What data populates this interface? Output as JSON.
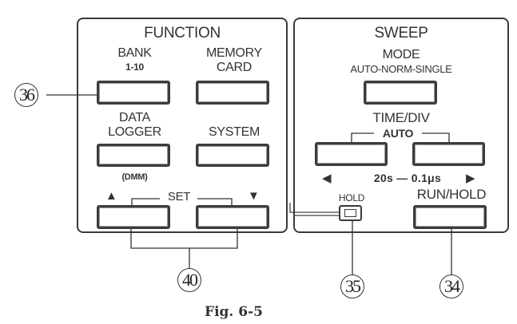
{
  "figure": {
    "caption": "Fig. 6-5"
  },
  "function_panel": {
    "title": "FUNCTION",
    "keys": {
      "bank": {
        "label_line1": "BANK",
        "label_line2": "1-10"
      },
      "memory_card": {
        "label_line1": "MEMORY",
        "label_line2": "CARD"
      },
      "data_logger": {
        "label_line1": "DATA",
        "label_line2": "LOGGER",
        "sub_label": "(DMM)"
      },
      "system": {
        "label": "SYSTEM"
      },
      "set_up": {
        "arrow": "▲"
      },
      "set_down": {
        "arrow": "▼"
      }
    },
    "set_group_label": "SET"
  },
  "sweep_panel": {
    "title": "SWEEP",
    "mode": {
      "label": "MODE",
      "sub_label": "AUTO-NORM-SINGLE"
    },
    "time_div": {
      "label": "TIME/DIV",
      "group_label": "AUTO",
      "range_left_arrow": "◀",
      "range_text": "20s — 0.1μs",
      "range_right_arrow": "▶"
    },
    "hold_indicator_label": "HOLD",
    "run_hold": {
      "label": "RUN/HOLD"
    }
  },
  "callouts": [
    {
      "number": "36",
      "target": "BANK 1-10 key"
    },
    {
      "number": "40",
      "target": "SET ▲ / ▼ keys"
    },
    {
      "number": "35",
      "target": "HOLD indicator"
    },
    {
      "number": "34",
      "target": "RUN/HOLD key"
    }
  ]
}
